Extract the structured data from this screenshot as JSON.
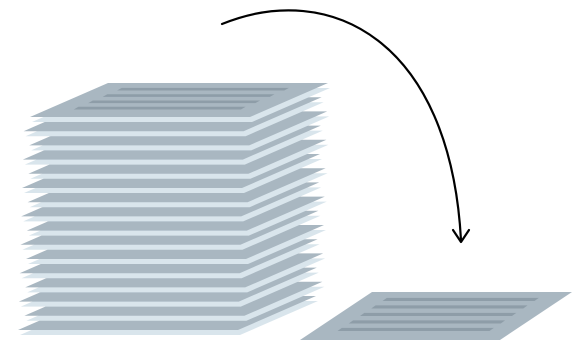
{
  "illustration": {
    "subject": "stack-of-documents-with-single-sheet-extracted",
    "stack_sheet_count": 16,
    "arrow_direction": "down-right",
    "colors": {
      "background": "#ffffff",
      "sheet_dark": "#a9b7c1",
      "sheet_light": "#d9e5ec",
      "text_line": "#8e9da8",
      "arrow": "#000000"
    }
  }
}
